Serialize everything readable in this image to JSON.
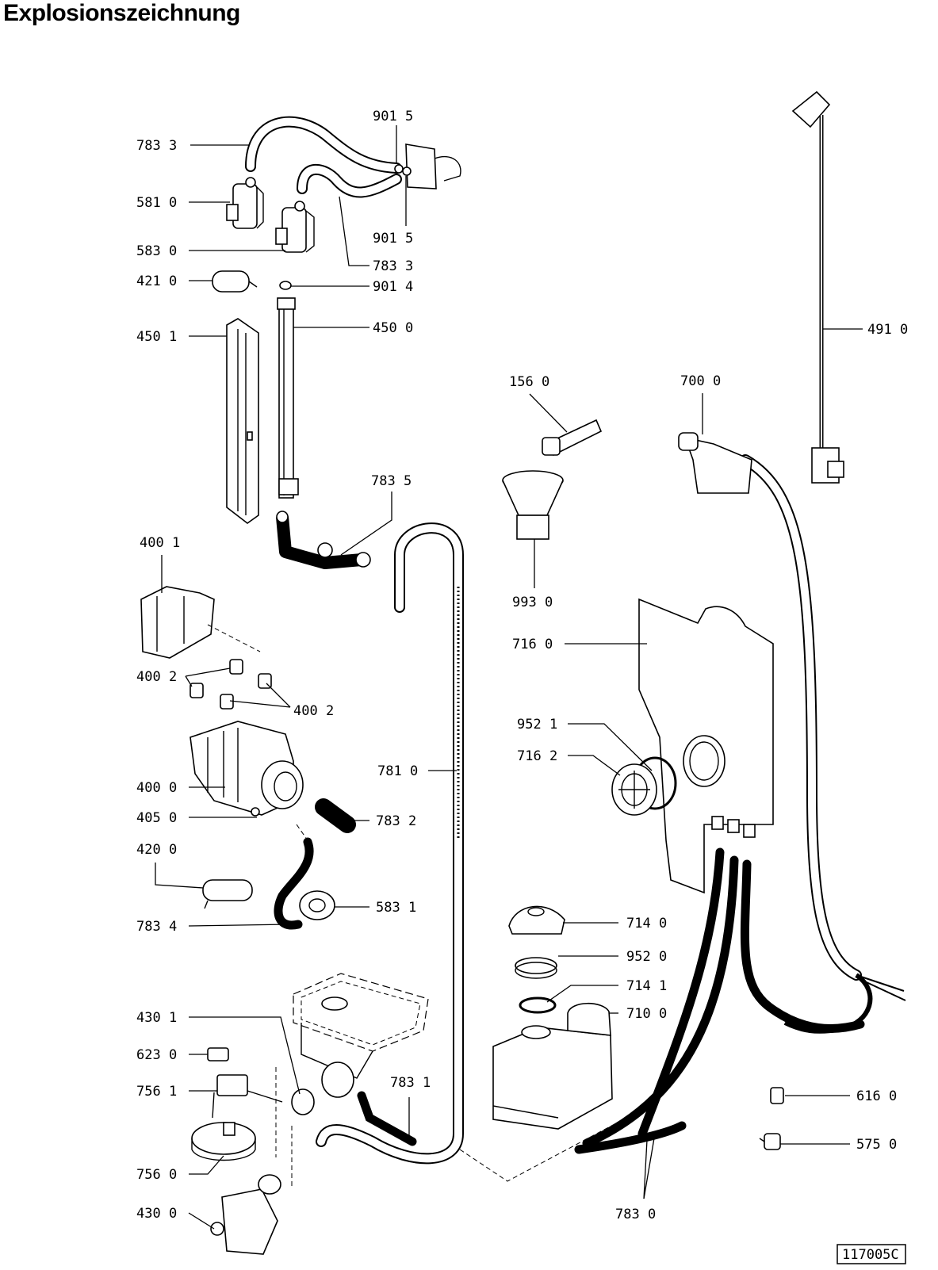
{
  "title": "Explosionszeichnung",
  "drawing_code": "117005C",
  "labels": [
    {
      "id": "l-783-3a",
      "text": "783 3"
    },
    {
      "id": "l-901-5a",
      "text": "901 5"
    },
    {
      "id": "l-581-0",
      "text": "581 0"
    },
    {
      "id": "l-901-5b",
      "text": "901 5"
    },
    {
      "id": "l-583-0",
      "text": "583 0"
    },
    {
      "id": "l-783-3b",
      "text": "783 3"
    },
    {
      "id": "l-421-0",
      "text": "421 0"
    },
    {
      "id": "l-901-4",
      "text": "901 4"
    },
    {
      "id": "l-450-1",
      "text": "450 1"
    },
    {
      "id": "l-450-0",
      "text": "450 0"
    },
    {
      "id": "l-491-0",
      "text": "491 0"
    },
    {
      "id": "l-156-0",
      "text": "156 0"
    },
    {
      "id": "l-700-0",
      "text": "700 0"
    },
    {
      "id": "l-783-5",
      "text": "783 5"
    },
    {
      "id": "l-400-1",
      "text": "400 1"
    },
    {
      "id": "l-993-0",
      "text": "993 0"
    },
    {
      "id": "l-716-0",
      "text": "716 0"
    },
    {
      "id": "l-400-2a",
      "text": "400 2"
    },
    {
      "id": "l-400-2b",
      "text": "400 2"
    },
    {
      "id": "l-952-1",
      "text": "952 1"
    },
    {
      "id": "l-716-2",
      "text": "716 2"
    },
    {
      "id": "l-781-0",
      "text": "781 0"
    },
    {
      "id": "l-400-0",
      "text": "400 0"
    },
    {
      "id": "l-405-0",
      "text": "405 0"
    },
    {
      "id": "l-783-2",
      "text": "783 2"
    },
    {
      "id": "l-420-0",
      "text": "420 0"
    },
    {
      "id": "l-583-1",
      "text": "583 1"
    },
    {
      "id": "l-783-4",
      "text": "783 4"
    },
    {
      "id": "l-714-0",
      "text": "714 0"
    },
    {
      "id": "l-952-0",
      "text": "952 0"
    },
    {
      "id": "l-714-1",
      "text": "714 1"
    },
    {
      "id": "l-430-1",
      "text": "430 1"
    },
    {
      "id": "l-710-0",
      "text": "710 0"
    },
    {
      "id": "l-623-0",
      "text": "623 0"
    },
    {
      "id": "l-756-1",
      "text": "756 1"
    },
    {
      "id": "l-783-1",
      "text": "783 1"
    },
    {
      "id": "l-616-0",
      "text": "616 0"
    },
    {
      "id": "l-575-0",
      "text": "575 0"
    },
    {
      "id": "l-756-0",
      "text": "756 0"
    },
    {
      "id": "l-430-0",
      "text": "430 0"
    },
    {
      "id": "l-783-0",
      "text": "783 0"
    }
  ]
}
